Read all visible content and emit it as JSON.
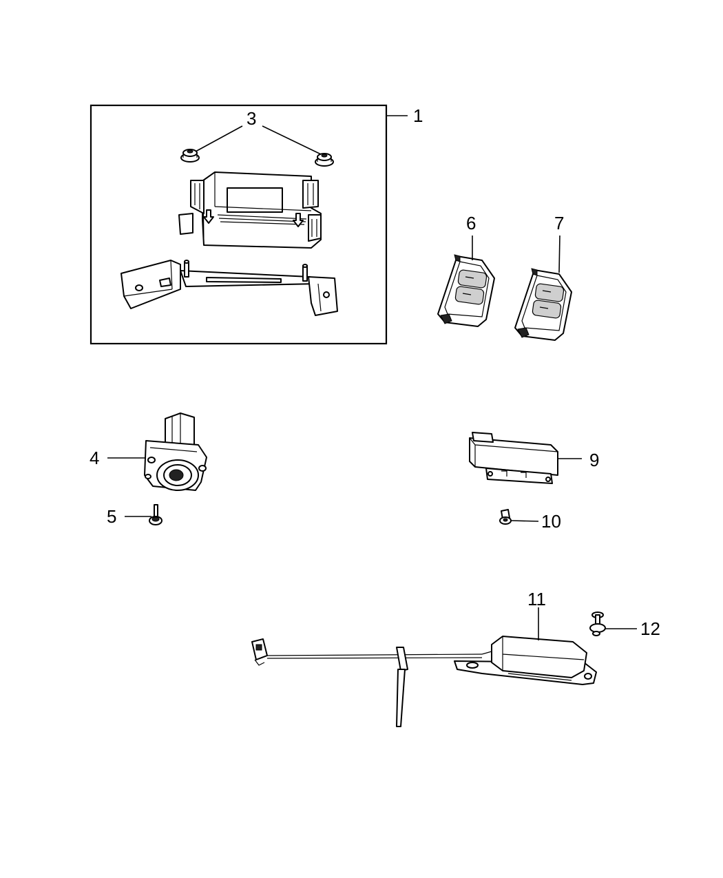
{
  "callouts": {
    "c1": "1",
    "c3": "3",
    "c4": "4",
    "c5": "5",
    "c6": "6",
    "c7": "7",
    "c9": "9",
    "c10": "10",
    "c11": "11",
    "c12": "12"
  }
}
